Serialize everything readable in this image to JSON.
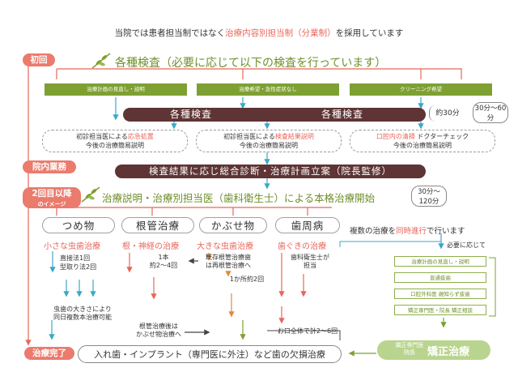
{
  "header": {
    "pre": "当院では患者担当制ではなく",
    "highlight": "治療内容別担当制（分業制）",
    "post": "を採用しています"
  },
  "stages": {
    "first": "初回",
    "office": "院内業務",
    "second": "2回目以降",
    "second_sub": "のイメージ",
    "done": "治療完了"
  },
  "exam_title": "各種検査（必要に応じて以下の検査を行っています）",
  "green_bars": [
    "治療計画の見直し・説明",
    "治療希望・急性症状なし",
    "クリーニング希望"
  ],
  "brown_exam": [
    "各種検査",
    "各種検査"
  ],
  "time": {
    "t30": "約30分",
    "t30_60": "30分～60分",
    "t30_120": "30分～120分"
  },
  "first_boxes": [
    {
      "pre": "初診担当医による",
      "hl": "応急処置",
      "post": "",
      "line2": "今後の治療簡易説明"
    },
    {
      "pre": "初診担当医による",
      "hl": "検査結果説明",
      "post": "",
      "line2": "今後の治療簡易説明"
    },
    {
      "pre": "",
      "hl": "口腔内の清掃",
      "post": " ドクターチェック",
      "line2": "今後の治療簡易説明"
    }
  ],
  "diagnosis": "検査結果に応じ総合診断・治療計画立案（院長監修）",
  "second_title": "治療説明・治療別担当医（歯科衛生士）による本格治療開始",
  "categories": [
    {
      "name": "つめ物",
      "sub": "小さな虫歯治療"
    },
    {
      "name": "根管治療",
      "sub": "根・神経の治療"
    },
    {
      "name": "かぶせ物",
      "sub": "大きな虫歯治療"
    },
    {
      "name": "歯周病",
      "sub": "歯ぐきの治療"
    }
  ],
  "parallel": {
    "pre": "複数の治療を",
    "hl": "同時進行",
    "post": "で行います"
  },
  "as_needed": "必要に応じて",
  "notes": {
    "filling": [
      "直接法1回",
      "型取り法2回"
    ],
    "filling_bottom": [
      "虫歯の大きさにより",
      "同日複数本治療可能"
    ],
    "root": [
      "1本",
      "約2～4回"
    ],
    "root_bottom": [
      "根管治療後は",
      "かぶせ物治療へ"
    ],
    "crown": [
      "既存根管治療歯",
      "は再根管治療へ"
    ],
    "crown2": "1か所約2回",
    "perio": [
      "歯科衛生士が",
      "担当"
    ],
    "perio_bottom": "お口全体で計2～6回"
  },
  "options": [
    "治療計画の見直し・説明",
    "普通抜歯",
    "口腔外科医 親知らず抜歯",
    "矯正専門医・院長 矯正相談"
  ],
  "ortho": {
    "label": "矯正専門医",
    "label2": "院長",
    "title": "矯正治療"
  },
  "final": "入れ歯・インプラント（専門医に外注）など歯の欠損治療"
}
